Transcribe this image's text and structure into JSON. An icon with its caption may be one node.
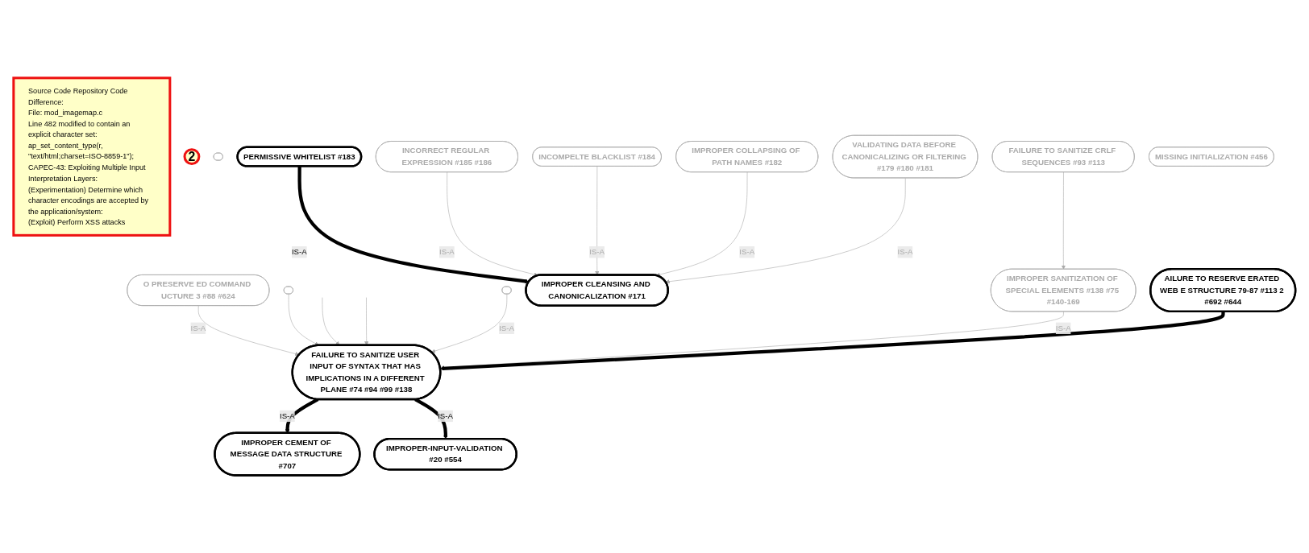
{
  "diagram": {
    "nodes": [
      {
        "text": [
          "Source Code Repository Code Difference:",
          "File: mod_imagemap.c",
          "Line 482 modified to contain an explicit character set:",
          "ap_set_content_type(r, \"text/html;charset=ISO-8859-1\");",
          "CAPEC-43: Exploiting Multiple Input Interpretation Layers:",
          "(Experimentation) Determine which character encodings are accepted by the application/system:",
          "(Exploit) Perform XSS attacks"
        ]
      },
      {
        "text": [
          "2"
        ]
      },
      {
        "text": [
          "O PRESERVE ED COMMAND UCTURE 3 #88 #624"
        ]
      },
      {
        "text": [],
        "shape": "ellipse"
      },
      {
        "text": [
          "FAILURE TO SANITIZE CRLF SEQUENCES #93 #113"
        ]
      },
      {
        "text": [],
        "shape": "ellipse"
      },
      {
        "text": [
          "PERMISSIVE WHITELIST #183"
        ]
      },
      {
        "text": [
          "INCORRECT REGULAR EXPRESSION #185 #186"
        ]
      },
      {
        "text": [],
        "shape": "ellipse"
      },
      {
        "text": [
          "AILURE TO RESERVE ERATED WEB E STRUCTURE 79-87 #113 2 #692 #644"
        ]
      },
      {
        "text": [
          "INCOMPELTE BLACKLIST #184"
        ]
      },
      {
        "text": [
          "FAILURE TO SANITIZE USER INPUT OF SYNTAX THAT HAS IMPLICATIONS IN A DIFFERENT PLANE #74 #94 #99 #138"
        ]
      },
      {
        "text": [
          "IMPROPER SANITIZATION OF SPECIAL ELEMENTS #138 #75 #140-169"
        ]
      },
      {
        "text": [
          "VALIDATING DATA BEFORE CANONICALIZING OR FILTERING #179 #180 #181"
        ]
      },
      {
        "text": [
          "IMPROPER COLLAPSING OF PATH NAMES #182"
        ]
      },
      {
        "text": [
          "IMPROPER CEMENT OF MESSAGE DATA STRUCTURE #707"
        ]
      },
      {
        "text": [
          "IMPROPER-INPUT-VALIDATION #20 #554"
        ]
      },
      {
        "text": [
          "MISSING INITIALIZATION #456"
        ]
      },
      {
        "text": [
          "IMPROPER CLEANSING AND CANONICALIZATION #171"
        ]
      }
    ],
    "edges": [
      {
        "from": 2,
        "to": 11,
        "arrow": "to",
        "label": "IS-A"
      },
      {
        "from": 5,
        "to": 11,
        "arrow": "to"
      },
      {
        "from": null,
        "to": 11,
        "arrow": "to"
      },
      {
        "from": null,
        "to": 11,
        "arrow": "to"
      },
      {
        "from": 8,
        "to": 11,
        "arrow": "to",
        "label": "IS-A"
      },
      {
        "from": 12,
        "to": 11,
        "arrow": "to",
        "label": "IS-A"
      },
      {
        "from": 9,
        "to": 11,
        "arrow": "to",
        "style": "thick",
        "color": "#000000"
      },
      {
        "from": 11,
        "to": 15,
        "arrow": "to",
        "label": "IS-A",
        "style": "thick",
        "color": "#000000"
      },
      {
        "from": 11,
        "to": 16,
        "arrow": "to",
        "label": "IS-A",
        "style": "thick",
        "color": "#000000"
      },
      {
        "from": 4,
        "to": 12,
        "arrow": "to"
      },
      {
        "from": 6,
        "to": 18,
        "arrow": "to",
        "label": "IS-A",
        "style": "thick",
        "color": "#000000"
      },
      {
        "from": 7,
        "to": 18,
        "arrow": "to",
        "label": "IS-A"
      },
      {
        "from": 10,
        "to": 18,
        "arrow": "to",
        "label": "IS-A"
      },
      {
        "from": 14,
        "to": 18,
        "arrow": "to",
        "label": "IS-A"
      },
      {
        "from": 13,
        "to": 18,
        "arrow": "to",
        "label": "IS-A"
      }
    ]
  }
}
